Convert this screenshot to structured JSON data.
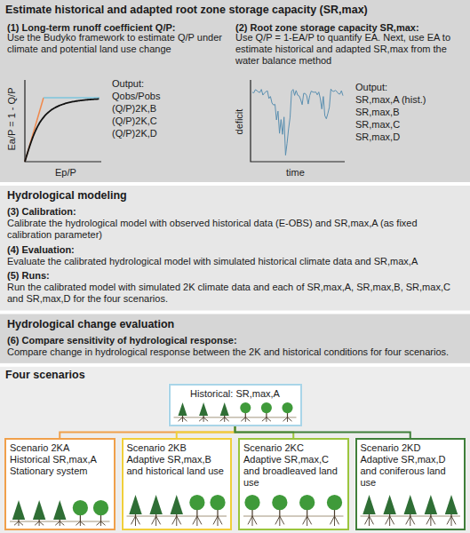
{
  "diagram": {
    "nodes": [
      {
        "text": [
          "Estimate historical and adapted root zone storage capacity (SR,max)",
          "(1) Long-term runoff coefficient Q/P:",
          "Use the Budyko framework to estimate Q/P under climate and potential land use change",
          "(2) Root zone storage capacity SR,max:",
          "Use Q/P = 1-EA/P to quantify EA. Next, use EA to estimate historical and adapted SR,max from the water balance method"
        ]
      },
      {
        "text": [
          "Hydrological modeling",
          "(3) Calibration:",
          "Calibrate the hydrological model with observed historical data (E-OBS) and SR,max,A (as fixed calibration parameter)",
          "(4) Evaluation:",
          "Evaluate the calibrated hydrological model with simulated historical climate data and SR,max,A",
          "(5) Runs:",
          "Run the calibrated model with simulated 2K climate data and each of SR,max,A, SR,max,B, SR,max,C and SR,max,D for the four scenarios."
        ]
      },
      {
        "text": [
          "Hydrological change evaluation",
          "(6) Compare sensitivity of hydrological response:",
          "Compare change in hydrological response between the 2K and historical conditions for four scenarios."
        ]
      },
      {
        "text": [
          "Four scenarios"
        ]
      },
      {
        "text": [
          "Historical: SR,max,A"
        ],
        "in": 3
      },
      {
        "text": [
          "Scenario 2KA",
          "Historical SR,max,A Stationary system"
        ],
        "in": 3
      },
      {
        "text": [
          "Scenario 2KB",
          "Adaptive SR,max,B and historical land use"
        ],
        "in": 3
      },
      {
        "text": [
          "Scenario 2KC",
          "Adaptive SR,max,C and broadleaved land use"
        ],
        "in": 3
      },
      {
        "text": [
          "Scenario 2KD",
          "Adaptive SR,max,D and coniferous land use"
        ],
        "in": 3
      }
    ],
    "edges": [
      {
        "from": 4,
        "to": 5,
        "arrow": "none"
      },
      {
        "from": 4,
        "to": 6,
        "arrow": "none"
      },
      {
        "from": 4,
        "to": 7,
        "arrow": "none"
      },
      {
        "from": 4,
        "to": 8,
        "arrow": "none"
      }
    ],
    "labels": [
      "Ea/P = 1 - Q/P",
      "Ep/P",
      "Output:",
      "Qobs/Pobs",
      "(Q/P)2K,B",
      "(Q/P)2K,C",
      "(Q/P)2K,D",
      "deficit",
      "time",
      "Output:",
      "SR,max,A (hist.)",
      "SR,max,B",
      "SR,max,C",
      "SR,max,D"
    ]
  }
}
